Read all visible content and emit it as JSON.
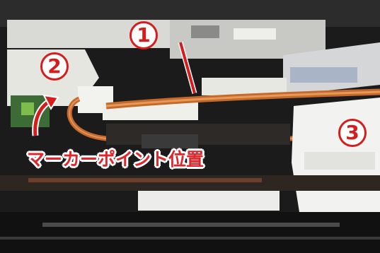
{
  "annotations": {
    "marker1": "1",
    "marker2": "2",
    "marker3": "3",
    "caption": "マーカーポイント位置"
  },
  "colors": {
    "accent_red": "#d61d1d",
    "caption_red": "#e0262b",
    "outline_white": "#ffffff"
  }
}
